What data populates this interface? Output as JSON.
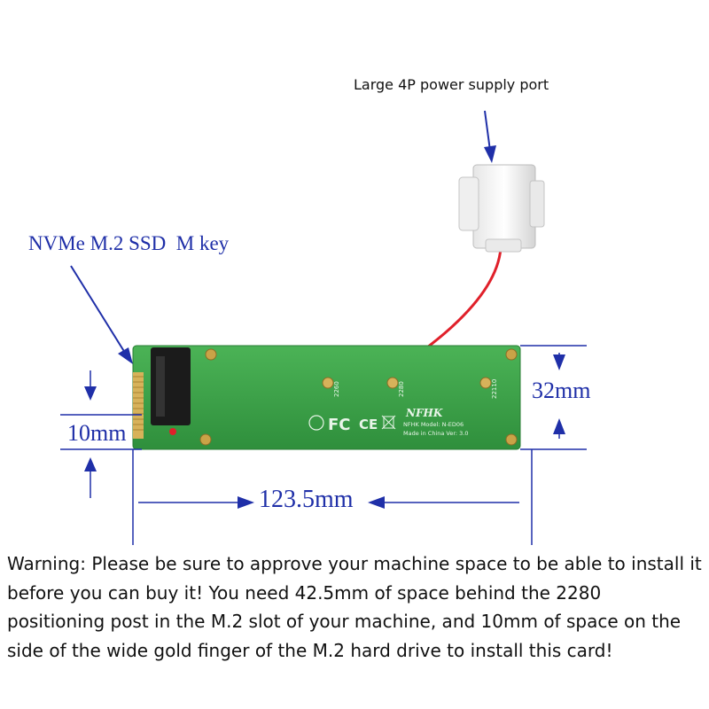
{
  "labels": {
    "power_port": "Large 4P power supply port",
    "ssd_key": "NVMe M.2 SSD  M key",
    "width": "32mm",
    "offset": "10mm",
    "length": "123.5mm"
  },
  "board": {
    "brand": "NFHK",
    "model": "NFHK  Model: N-ED06",
    "made_in": "Made in China Ver: 3.0",
    "post_2260": "2260",
    "post_2280": "2280",
    "post_22110": "22110",
    "fc_mark": "FC",
    "ce_mark": "CE"
  },
  "warning_text": "Warning: Please be sure to approve your machine space to be able to install it before you can buy it! You need 42.5mm of space behind the 2280 positioning post in the M.2 slot of your machine, and 10mm of space on the side of the wide gold finger of the M.2 hard drive to install this card!",
  "colors": {
    "annotation": "#1f2fa8",
    "pcb": "#3fa64a",
    "cable": "#e0202a",
    "connector": "#f2f2f2"
  }
}
